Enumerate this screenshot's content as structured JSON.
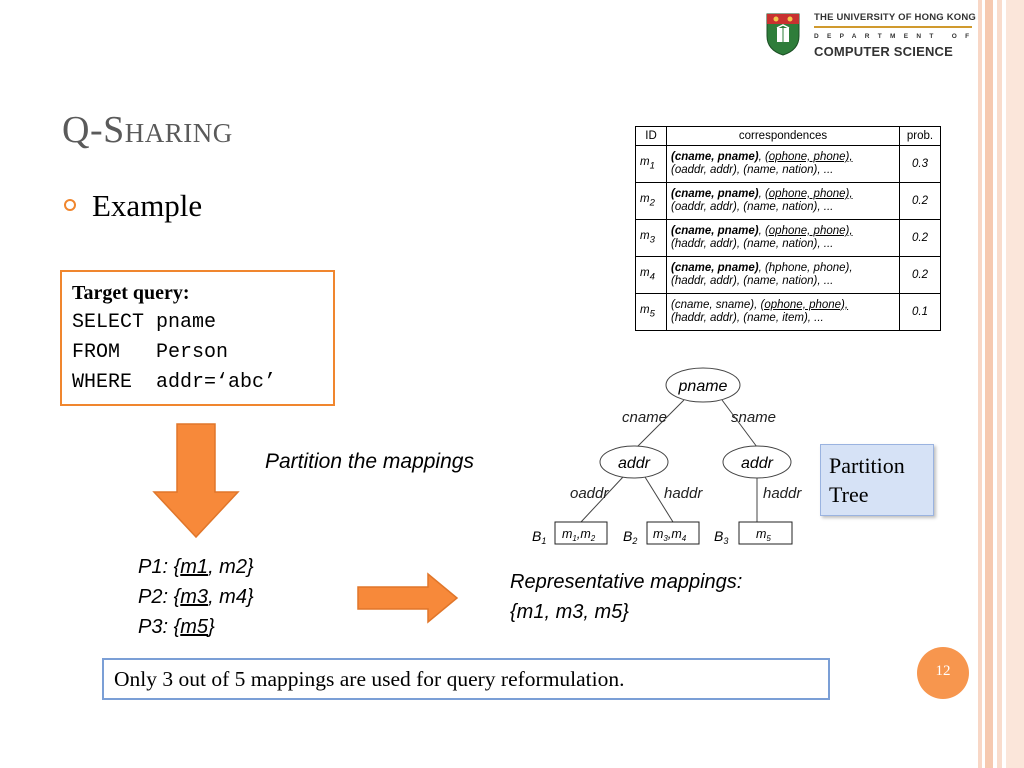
{
  "logo": {
    "line1": "THE UNIVERSITY OF HONG KONG",
    "line2": "DEPARTMENT OF",
    "line3": "COMPUTER SCIENCE"
  },
  "slide": {
    "title": "Q-Sharing",
    "bullet": "Example",
    "page_number": "12"
  },
  "mapping_table": {
    "headers": [
      "ID",
      "correspondences",
      "prob."
    ],
    "rows": [
      {
        "id": "m",
        "sub": "1",
        "bold": "(cname, pname)",
        "sep": ", ",
        "underlined": "(ophone, phone),",
        "line2": "(oaddr, addr), (name, nation), ...",
        "prob": "0.3"
      },
      {
        "id": "m",
        "sub": "2",
        "bold": "(cname, pname)",
        "sep": ", ",
        "underlined": "(ophone, phone),",
        "line2": "(oaddr, addr), (name, nation), ...",
        "prob": "0.2"
      },
      {
        "id": "m",
        "sub": "3",
        "bold": "(cname, pname)",
        "sep": ", ",
        "underlined": "(ophone, phone),",
        "line2": "(haddr, addr), (name, nation), ...",
        "prob": "0.2"
      },
      {
        "id": "m",
        "sub": "4",
        "bold": "(cname, pname)",
        "sep": ", (hphone, phone),",
        "underlined": "",
        "line2": "(haddr, addr), (name, nation), ...",
        "prob": "0.2"
      },
      {
        "id": "m",
        "sub": "5",
        "bold": "",
        "sep": "(cname, sname), ",
        "underlined": "(ophone, phone),",
        "line2": "(haddr, addr), (name, item), ...",
        "prob": "0.1"
      }
    ]
  },
  "query": {
    "title": "Target query:",
    "line1": "SELECT pname",
    "line2": "FROM   Person",
    "line3": "WHERE  addr=‘abc’"
  },
  "partition_label": "Partition the mappings",
  "tree": {
    "root": "pname",
    "edge_left": "cname",
    "edge_right": "sname",
    "left_node": "addr",
    "right_node": "addr",
    "edge_ll": "oaddr",
    "edge_lr": "haddr",
    "edge_rr": "haddr",
    "b1": "B",
    "b1_sub": "1",
    "b2": "B",
    "b2_sub": "2",
    "b3": "B",
    "b3_sub": "3",
    "leaf1_a": "m",
    "leaf1_a_sub": "1",
    "leaf1_sep": ",",
    "leaf1_b": "m",
    "leaf1_b_sub": "2",
    "leaf2_a": "m",
    "leaf2_a_sub": "3",
    "leaf2_sep": ",",
    "leaf2_b": "m",
    "leaf2_b_sub": "4",
    "leaf3": "m",
    "leaf3_sub": "5"
  },
  "partition_tree_note": {
    "line1": "Partition",
    "line2": "Tree"
  },
  "partitions": [
    {
      "prefix": "P1: {",
      "underlined": "m1",
      "rest": ", m2}"
    },
    {
      "prefix": "P2: {",
      "underlined": "m3",
      "rest": ", m4}"
    },
    {
      "prefix": "P3: {",
      "underlined": "m5",
      "rest": "}"
    }
  ],
  "representative": {
    "line1": "Representative mappings:",
    "line2": "{m1, m3, m5}"
  },
  "conclusion": "Only 3 out of 5 mappings are used for query reformulation.",
  "colors": {
    "accent_orange": "#f0862e",
    "arrow_orange": "#f7893a",
    "note_blue": "#d6e2f6",
    "box_blue_border": "#7b9fd6",
    "title_gray": "#5a5a5a"
  }
}
